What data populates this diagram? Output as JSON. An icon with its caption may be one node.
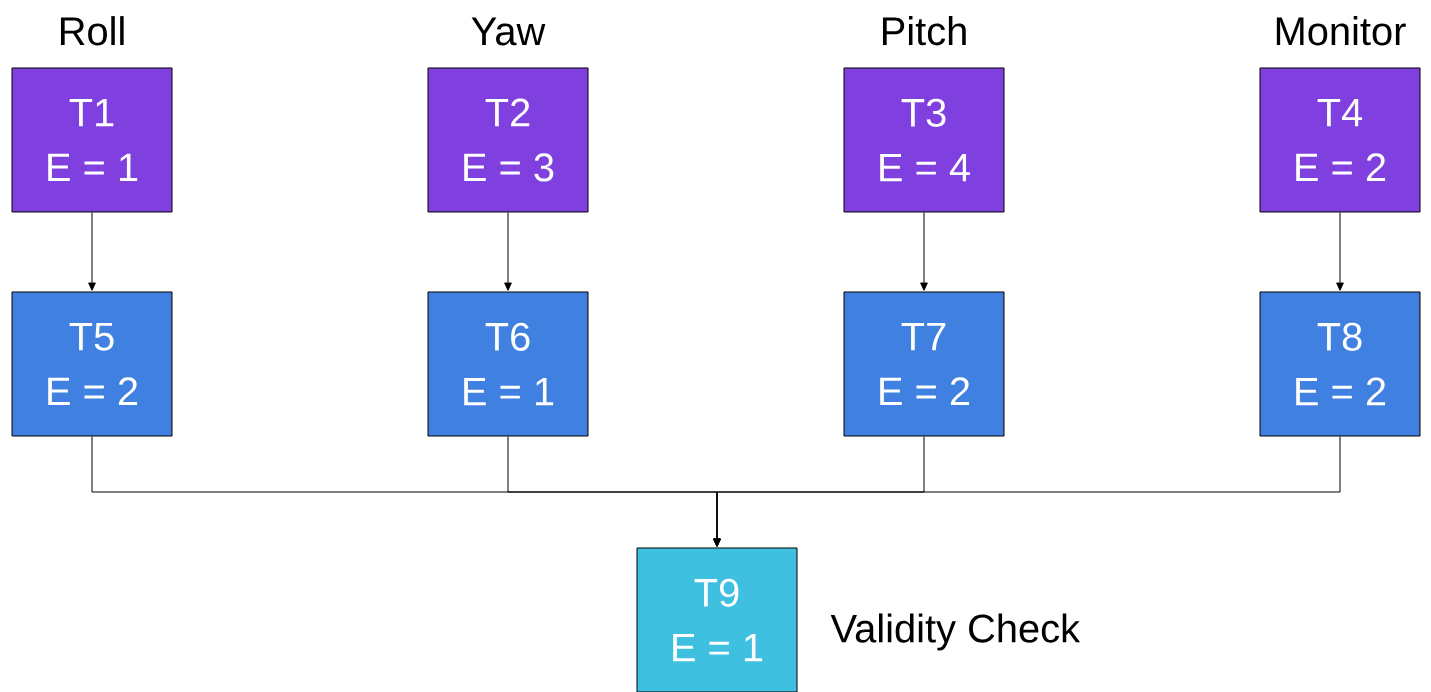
{
  "diagram": {
    "nodes": [
      {
        "text": [
          "Roll",
          "T1",
          "E = 1"
        ]
      },
      {
        "text": [
          "Yaw",
          "T2",
          "E = 3"
        ]
      },
      {
        "text": [
          "Pitch",
          "T3",
          "E = 4"
        ]
      },
      {
        "text": [
          "Monitor",
          "T4",
          "E = 2"
        ]
      },
      {
        "text": [
          "T5",
          "E = 2"
        ]
      },
      {
        "text": [
          "T6",
          "E = 1"
        ]
      },
      {
        "text": [
          "T7",
          "E = 2"
        ]
      },
      {
        "text": [
          "T8",
          "E = 2"
        ]
      },
      {
        "text": [
          "T9",
          "E = 1"
        ],
        "beside": [
          "Validity Check"
        ]
      }
    ],
    "edges": [
      {
        "from": 0,
        "to": 4,
        "arrow": "to"
      },
      {
        "from": 1,
        "to": 5,
        "arrow": "to"
      },
      {
        "from": 2,
        "to": 6,
        "arrow": "to"
      },
      {
        "from": 3,
        "to": 7,
        "arrow": "to"
      },
      {
        "from": 4,
        "to": 8,
        "arrow": "to"
      },
      {
        "from": 5,
        "to": 8,
        "arrow": "to"
      },
      {
        "from": 6,
        "to": 8,
        "arrow": "to"
      },
      {
        "from": 7,
        "to": 8,
        "arrow": "to"
      }
    ]
  }
}
